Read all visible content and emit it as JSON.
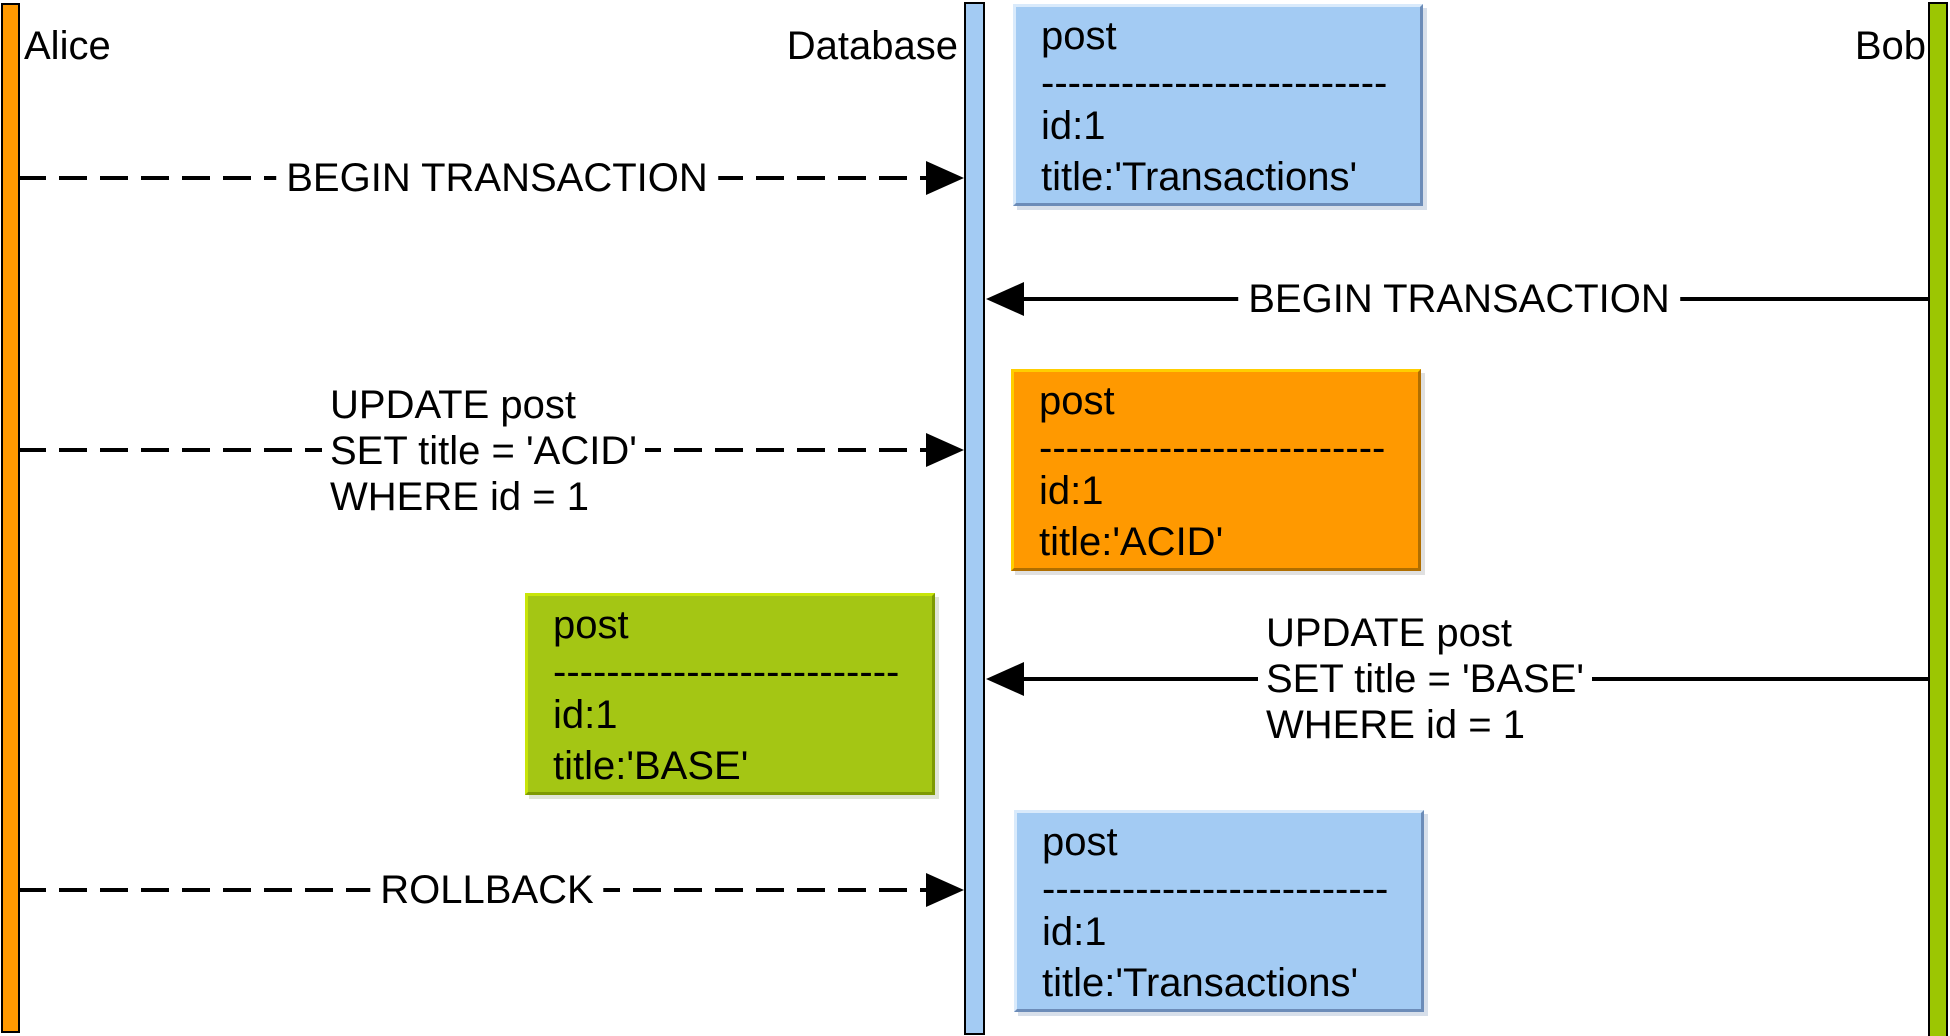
{
  "actors": [
    {
      "name": "Alice",
      "color": "#FF9900"
    },
    {
      "name": "Database",
      "color": "#A3CBF3"
    },
    {
      "name": "Bob",
      "color": "#9CC602"
    }
  ],
  "messages": [
    {
      "label": "BEGIN TRANSACTION",
      "from": "Alice",
      "to": "Database",
      "line": "dashed"
    },
    {
      "label": "BEGIN TRANSACTION",
      "from": "Bob",
      "to": "Database",
      "line": "solid"
    },
    {
      "lines": [
        "UPDATE post",
        "SET title = 'ACID'",
        "WHERE id = 1"
      ],
      "from": "Alice",
      "to": "Database",
      "line": "dashed"
    },
    {
      "lines": [
        "UPDATE post",
        "SET title = 'BASE'",
        "WHERE id = 1"
      ],
      "from": "Bob",
      "to": "Database",
      "line": "solid"
    },
    {
      "label": "ROLLBACK",
      "from": "Alice",
      "to": "Database",
      "line": "dashed"
    }
  ],
  "record_separator": "--------------------------",
  "records": [
    {
      "header": "post",
      "fields": [
        "id:1",
        "title:'Transactions'"
      ],
      "fill": "#A3CBF3"
    },
    {
      "header": "post",
      "fields": [
        "id:1",
        "title:'ACID'"
      ],
      "fill": "#FF9900"
    },
    {
      "header": "post",
      "fields": [
        "id:1",
        "title:'BASE'"
      ],
      "fill": "#A4C614"
    },
    {
      "header": "post",
      "fields": [
        "id:1",
        "title:'Transactions'"
      ],
      "fill": "#A3CBF3"
    }
  ]
}
